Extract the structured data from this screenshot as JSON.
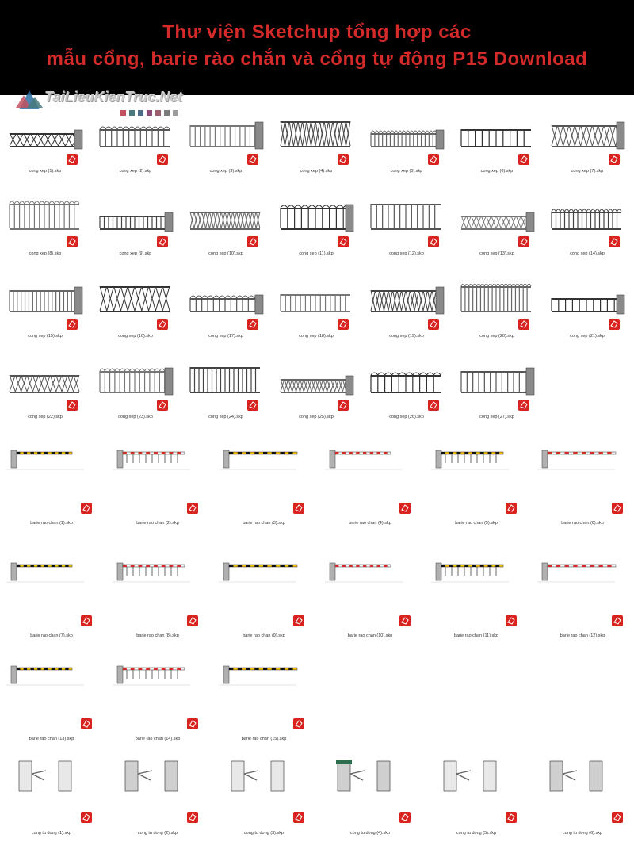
{
  "banner": {
    "line1": "Thư viện Sketchup tổng hợp các",
    "line2": "mẫu cổng, barie rào chắn và cổng tự động P15 Download",
    "title_color": "#d42a2a"
  },
  "logo": {
    "text": "TaiLieuKienTruc.Net"
  },
  "swatches": [
    "#c2515f",
    "#49797c",
    "#4d6e8a",
    "#8a4e78",
    "#9e5d6c",
    "#7b7b7b",
    "#9c9c9c"
  ],
  "sections": {
    "cong_xep": [
      "cong xep (1).skp",
      "cong xep (2).skp",
      "cong xep (3).skp",
      "cong xep (4).skp",
      "cong xep (5).skp",
      "cong xep (6).skp",
      "cong xep (7).skp",
      "cong xep (8).skp",
      "cong xep (9).skp",
      "cong xep (10).skp",
      "cong xep (11).skp",
      "cong xep (12).skp",
      "cong xep (13).skp",
      "cong xep (14).skp",
      "cong xep (15).skp",
      "cong xep (16).skp",
      "cong xep (17).skp",
      "cong xep (18).skp",
      "cong xep (19).skp",
      "cong xep (20).skp",
      "cong xep (21).skp",
      "cong xep (22).skp",
      "cong xep (23).skp",
      "cong xep (24).skp",
      "cong xep (25).skp",
      "cong xep (26).skp",
      "cong xep (27).skp"
    ],
    "barie": [
      "barie rao chan (1).skp",
      "barie rao chan (2).skp",
      "barie rao chan (3).skp",
      "barie rao chan (4).skp",
      "barie rao chan (5).skp",
      "barie rao chan (6).skp",
      "barie rao chan (7).skp",
      "barie rao chan (8).skp",
      "barie rao chan (9).skp",
      "barie rao chan (10).skp",
      "barie rao chan (11).skp",
      "barie rao chan (12).skp",
      "barie rao chan (13).skp",
      "barie rao chan (14).skp",
      "barie rao chan (15).skp"
    ],
    "cong_tu_dong": [
      "cong tu dong (1).skp",
      "cong tu dong (2).skp",
      "cong tu dong (3).skp",
      "cong tu dong (4).skp",
      "cong tu dong (5).skp",
      "cong tu dong (6).skp"
    ]
  }
}
